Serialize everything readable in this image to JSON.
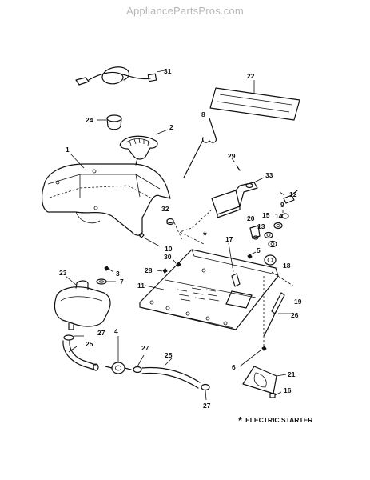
{
  "watermark": "AppliancePartsPros.com",
  "legend": {
    "symbol": "*",
    "text": "ELECTRIC STARTER"
  },
  "callouts": {
    "p1": "1",
    "p2": "2",
    "p3": "3",
    "p4": "4",
    "p5": "5",
    "p6": "6",
    "p7": "7",
    "p8": "8",
    "p9": "9",
    "p10": "10",
    "p11": "11",
    "p12": "12",
    "p13": "13",
    "p14": "14",
    "p15": "15",
    "p16": "16",
    "p17": "17",
    "p18": "18",
    "p19": "19",
    "p20": "20",
    "p21": "21",
    "p22": "22",
    "p23": "23",
    "p24": "24",
    "p25a": "25",
    "p25b": "25",
    "p26": "26",
    "p27a": "27",
    "p27b": "27",
    "p27c": "27",
    "p28": "28",
    "p29": "29",
    "p30": "30",
    "p31": "31",
    "p32": "32",
    "p33": "33"
  },
  "star_marker": "*"
}
